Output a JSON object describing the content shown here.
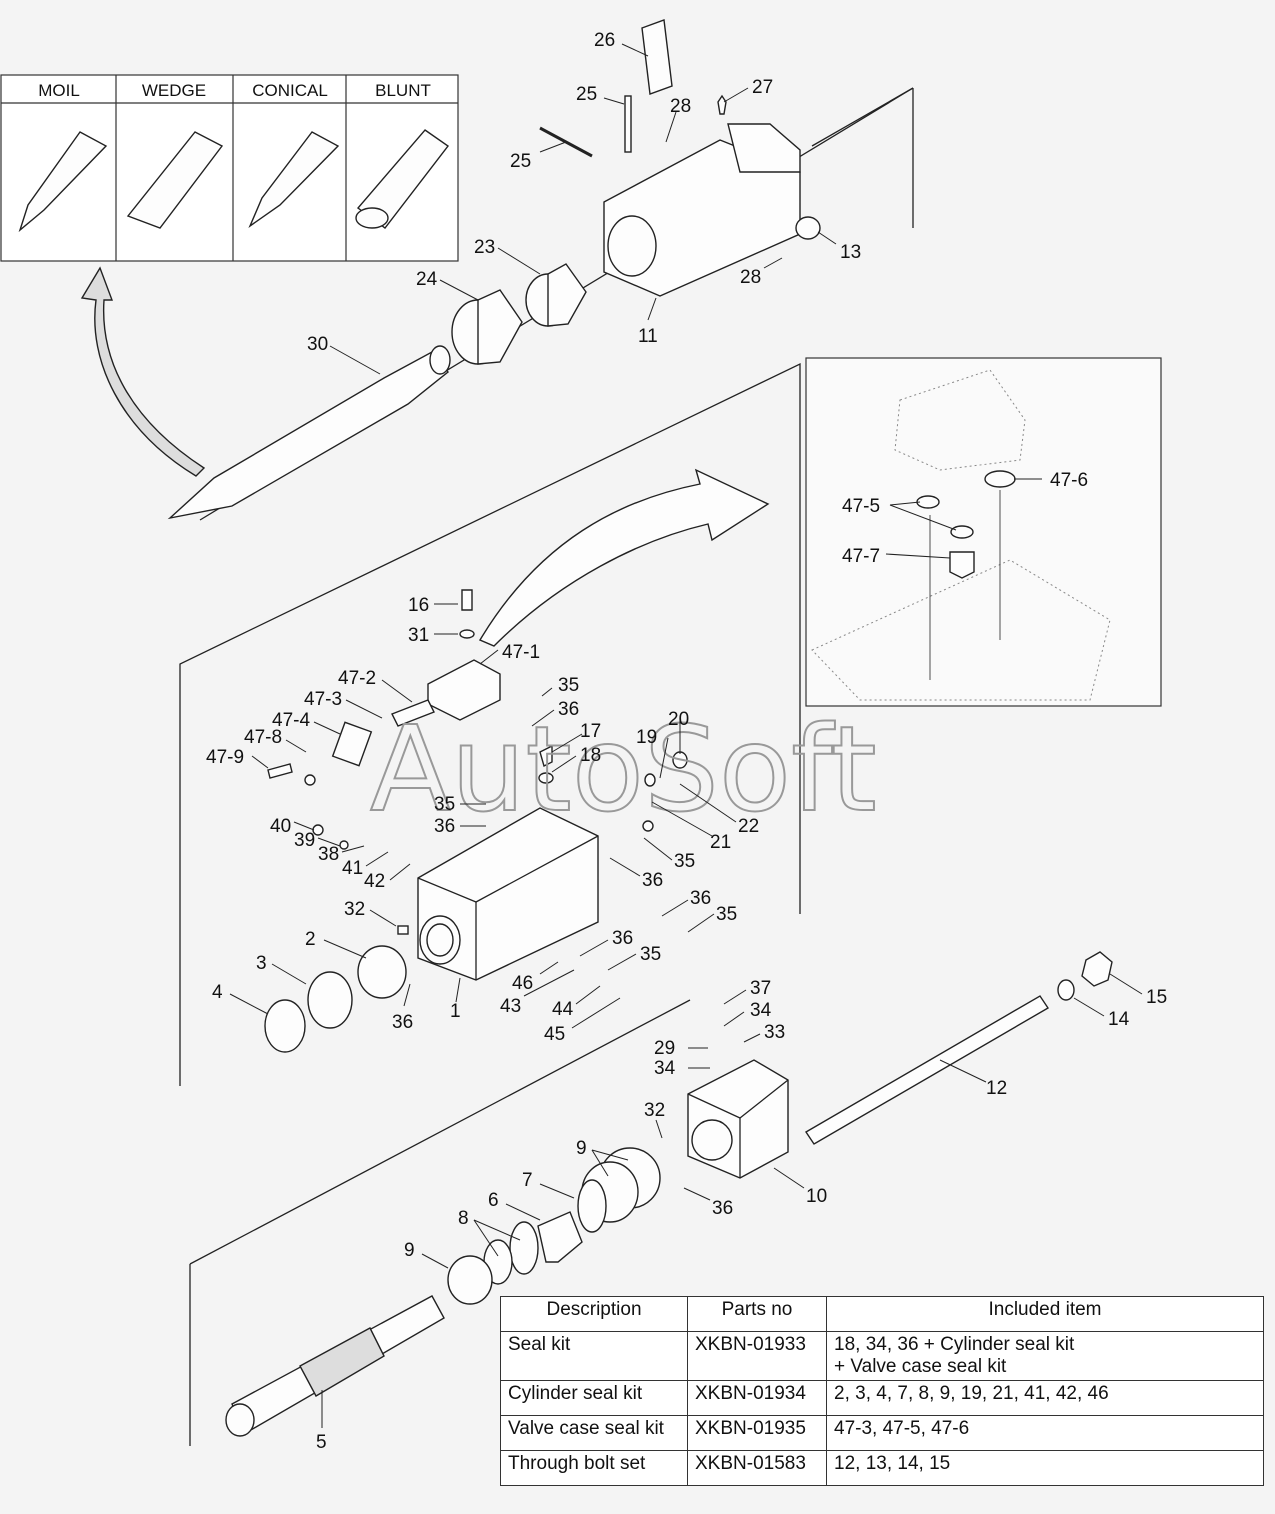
{
  "tool_types": [
    "MOIL",
    "WEDGE",
    "CONICAL",
    "BLUNT"
  ],
  "watermark": "AutoSoft",
  "callouts": [
    "26",
    "25",
    "27",
    "28",
    "25",
    "23",
    "24",
    "28",
    "13",
    "11",
    "30",
    "47-6",
    "47-5",
    "47-7",
    "16",
    "31",
    "47-1",
    "47-2",
    "47-3",
    "35",
    "36",
    "47-4",
    "47-8",
    "47-9",
    "17",
    "18",
    "19",
    "20",
    "35",
    "36",
    "40",
    "39",
    "38",
    "41",
    "42",
    "21",
    "22",
    "35",
    "36",
    "32",
    "36",
    "35",
    "2",
    "3",
    "4",
    "36",
    "1",
    "46",
    "43",
    "36",
    "35",
    "44",
    "45",
    "37",
    "34",
    "33",
    "29",
    "34",
    "12",
    "15",
    "14",
    "32",
    "9",
    "7",
    "6",
    "9",
    "8",
    "10",
    "36",
    "5"
  ],
  "kit_table": {
    "headers": [
      "Description",
      "Parts no",
      "Included item"
    ],
    "rows": [
      {
        "description": "Seal kit",
        "parts_no": "XKBN-01933",
        "included": "18, 34, 36 + Cylinder seal kit\n+ Valve case seal kit"
      },
      {
        "description": "Cylinder seal kit",
        "parts_no": "XKBN-01934",
        "included": "2, 3, 4, 7, 8, 9, 19, 21, 41, 42, 46"
      },
      {
        "description": "Valve case seal kit",
        "parts_no": "XKBN-01935",
        "included": "47-3, 47-5, 47-6"
      },
      {
        "description": "Through bolt set",
        "parts_no": "XKBN-01583",
        "included": "12, 13, 14, 15"
      }
    ]
  }
}
